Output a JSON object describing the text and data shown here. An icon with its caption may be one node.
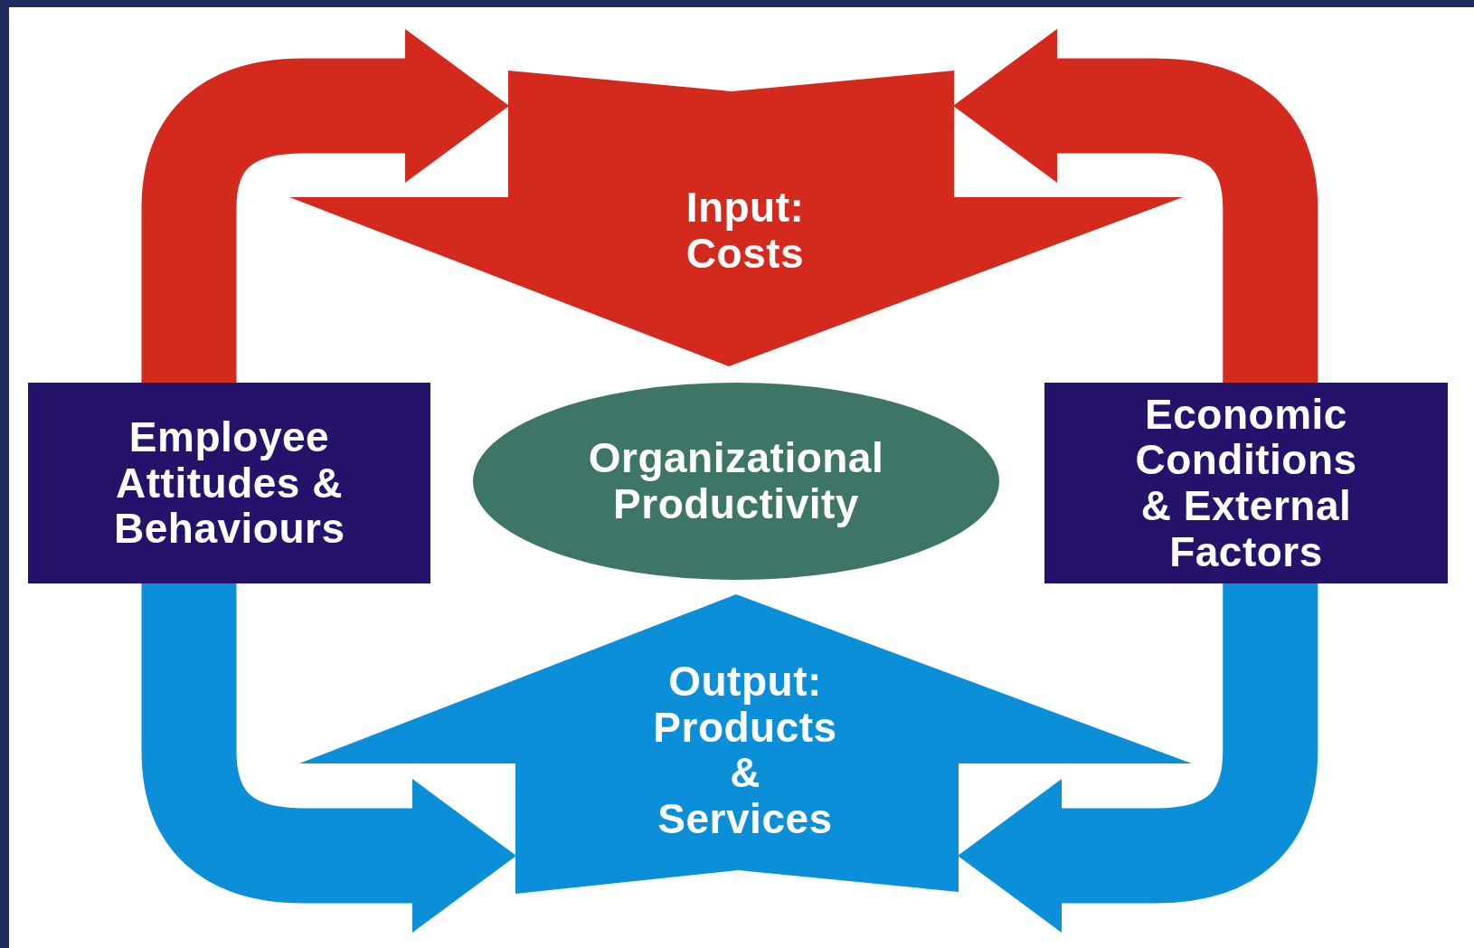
{
  "diagram": {
    "nodes": [
      {
        "text": [
          "Input: Costs"
        ]
      },
      {
        "text": [
          "Employee Attitudes & Behaviours"
        ]
      },
      {
        "text": [
          "Organizational Productivity"
        ]
      },
      {
        "text": [
          "Economic Conditions & External Factors"
        ]
      },
      {
        "text": [
          "Output: Products & Services"
        ]
      }
    ],
    "edges": [
      {
        "from": 1,
        "to": 0,
        "arrow": "to",
        "color": "#d42a1e"
      },
      {
        "from": 3,
        "to": 0,
        "arrow": "to",
        "color": "#d42a1e"
      },
      {
        "from": 1,
        "to": 4,
        "arrow": "to",
        "color": "#0a8fd8"
      },
      {
        "from": 3,
        "to": 4,
        "arrow": "to",
        "color": "#0a8fd8"
      }
    ]
  }
}
